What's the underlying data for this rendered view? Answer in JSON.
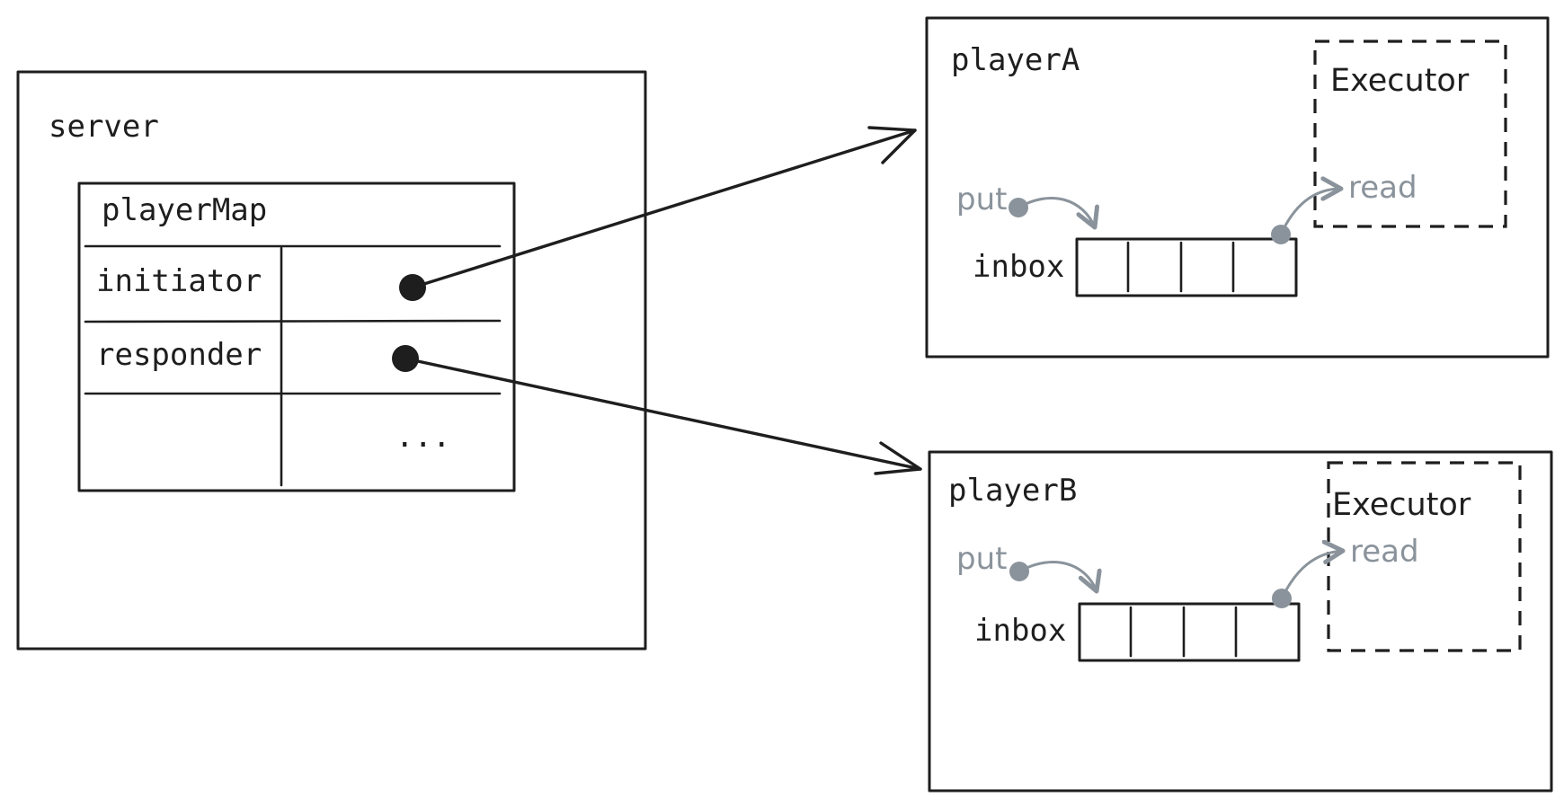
{
  "server": {
    "label": "server",
    "player_map": {
      "title": "playerMap",
      "rows": [
        {
          "key": "initiator"
        },
        {
          "key": "responder"
        },
        {
          "key": "",
          "value": "..."
        }
      ]
    }
  },
  "players": [
    {
      "label": "playerA",
      "executor_label": "Executor",
      "read_label": "read",
      "put_label": "put",
      "inbox_label": "inbox"
    },
    {
      "label": "playerB",
      "executor_label": "Executor",
      "read_label": "read",
      "put_label": "put",
      "inbox_label": "inbox"
    }
  ],
  "colors": {
    "ink": "#1e1e1e",
    "muted": "#8a939b",
    "background": "#ffffff"
  }
}
